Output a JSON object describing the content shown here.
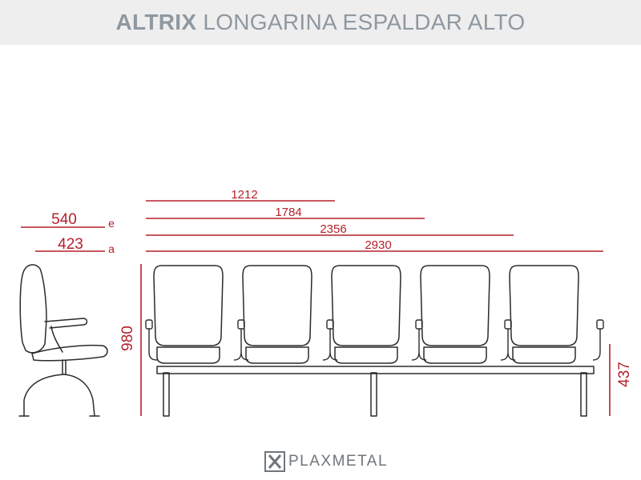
{
  "header": {
    "brand": "ALTRIX",
    "title": "LONGARINA ESPALDAR ALTO"
  },
  "dimensions": {
    "widths": [
      {
        "value": "1212"
      },
      {
        "value": "1784"
      },
      {
        "value": "2356"
      },
      {
        "value": "2930"
      }
    ],
    "side": [
      {
        "value": "540",
        "tag": "e"
      },
      {
        "value": "423",
        "tag": "a"
      }
    ],
    "height_total": "980",
    "height_seat": "437"
  },
  "logo": {
    "mark": "X",
    "text": "PLAXMETAL"
  },
  "colors": {
    "dimension": "#b5202b",
    "outline": "#2b2b2b",
    "header_text": "#8f98a0",
    "header_bg": "#eeeeee"
  }
}
